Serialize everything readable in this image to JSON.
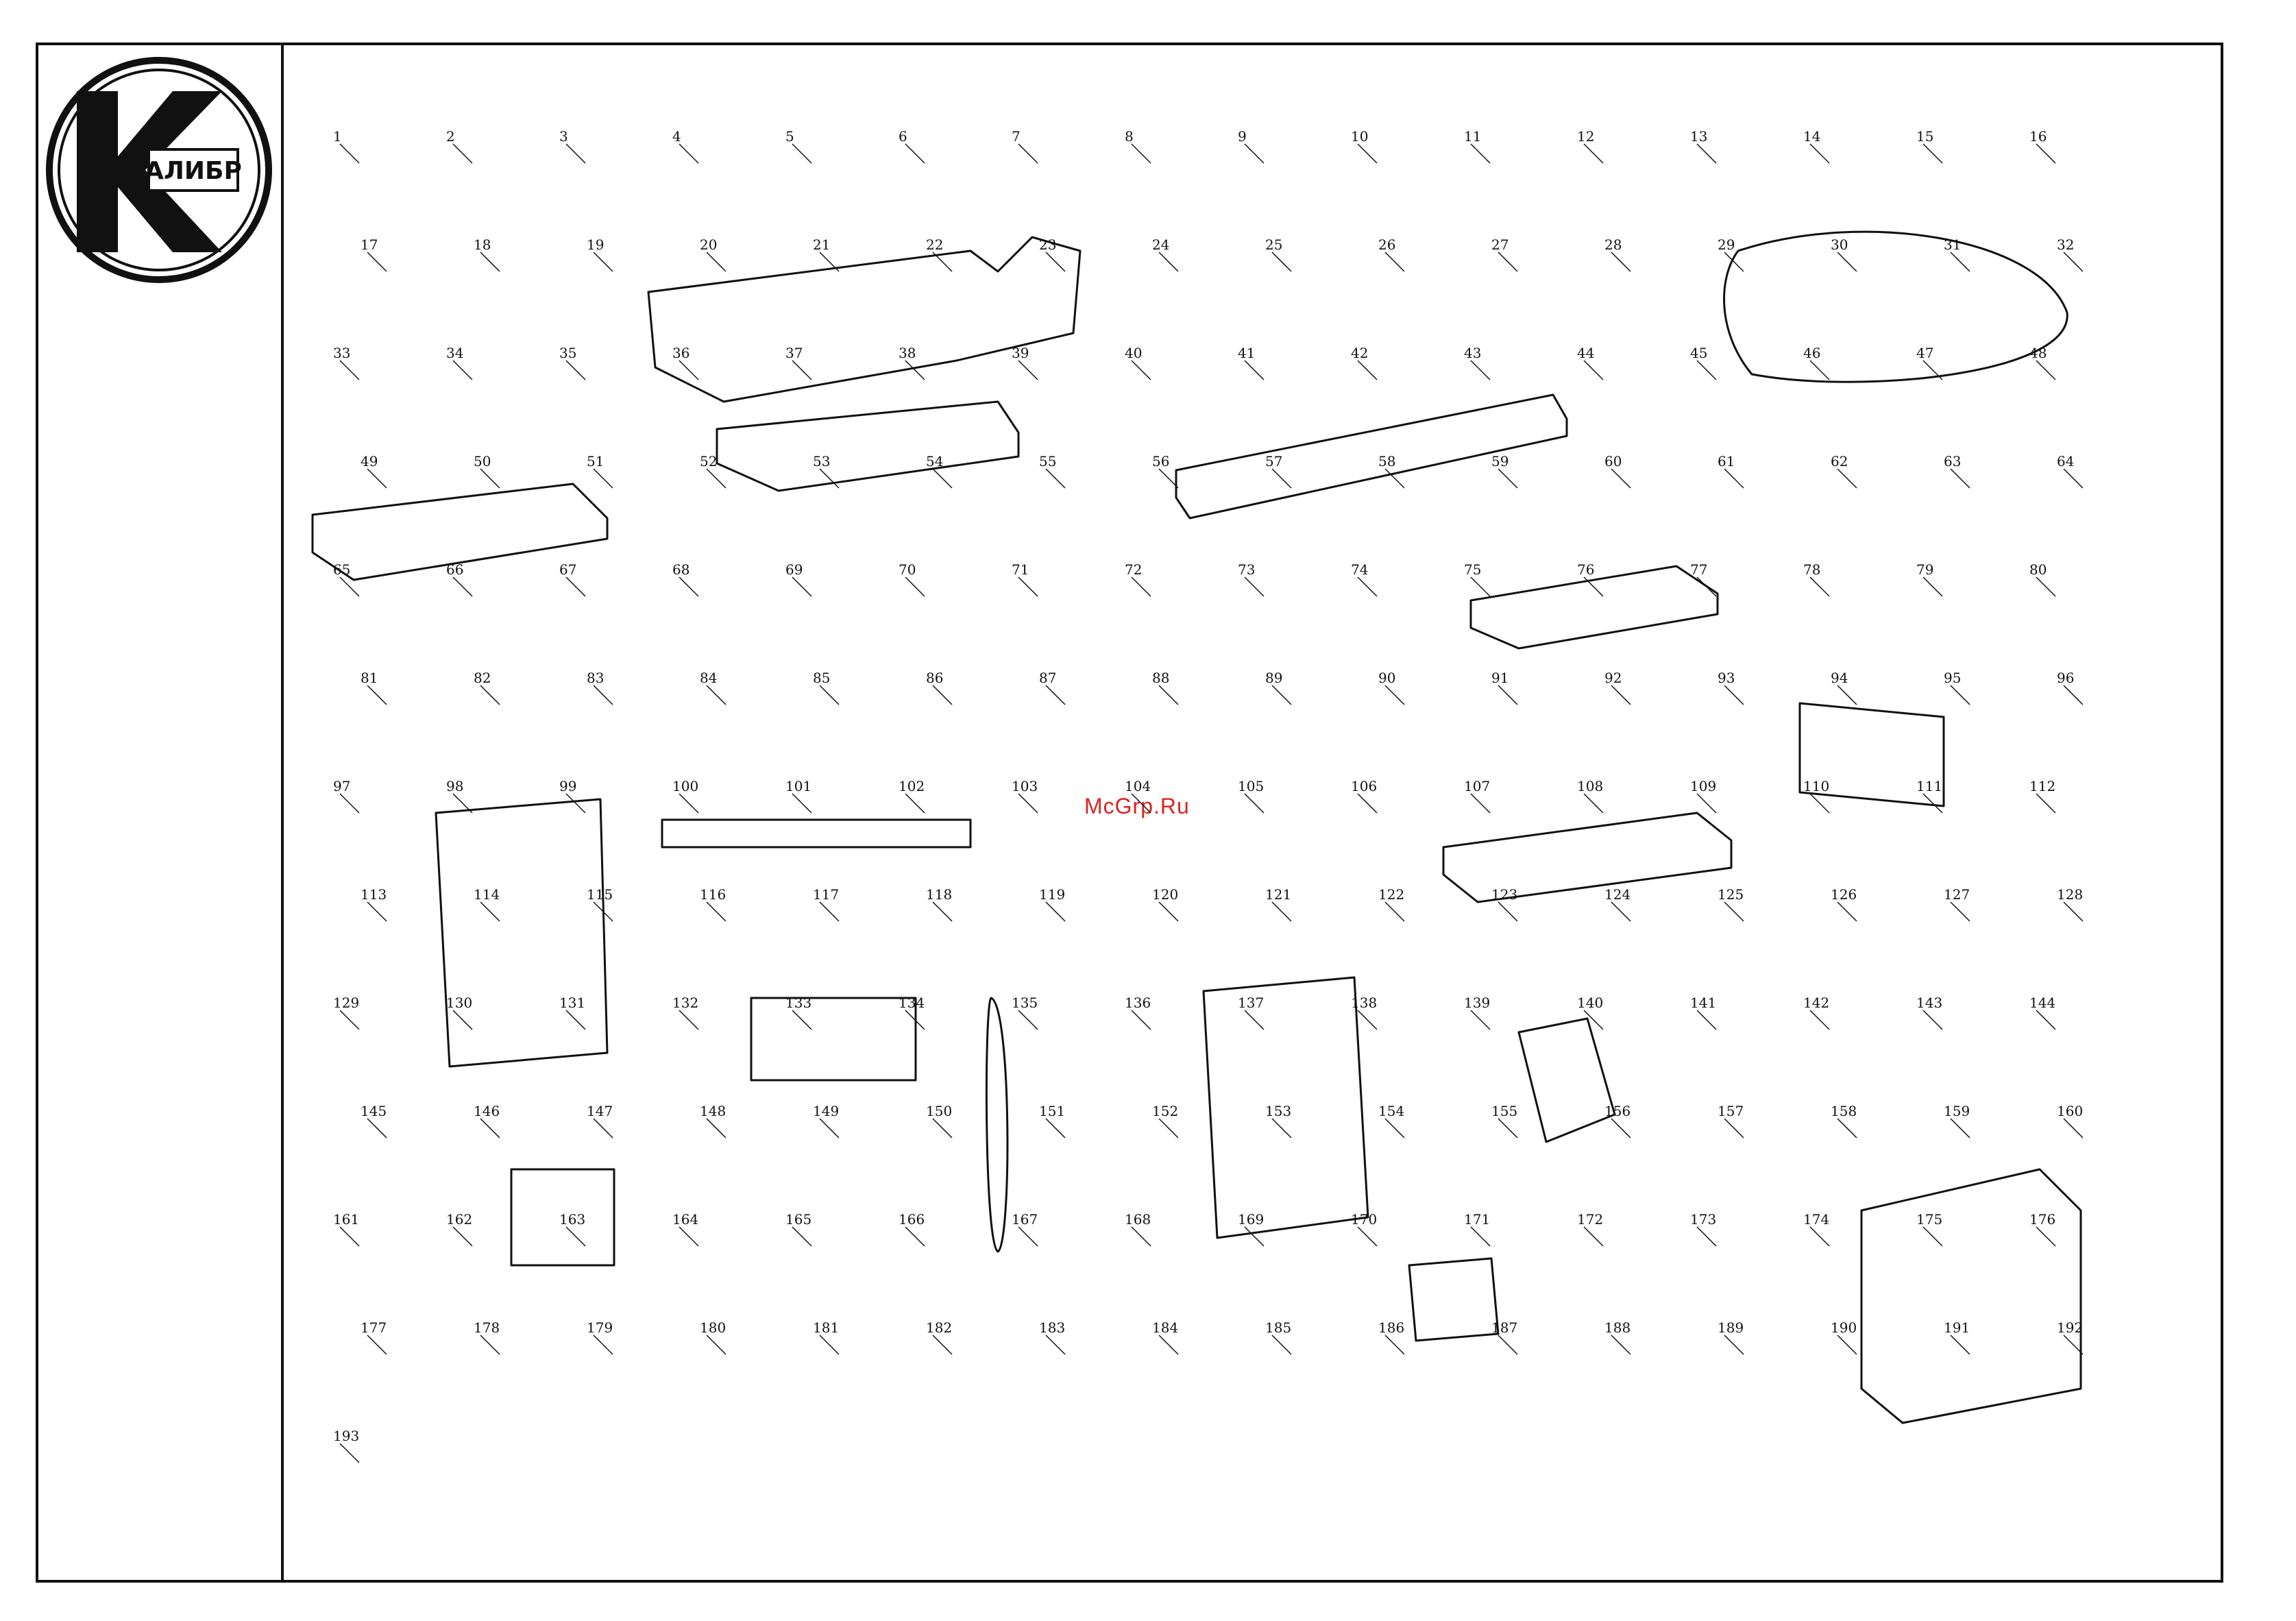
{
  "brand": {
    "logo_text": "АЛИБР",
    "logo_letter": "К"
  },
  "watermark": "McGrp.Ru",
  "colors": {
    "ink": "#111111",
    "watermark": "#dd2222",
    "background": "#ffffff"
  },
  "callouts": [
    "1",
    "2",
    "3",
    "4",
    "5",
    "6",
    "7",
    "8",
    "9",
    "10",
    "11",
    "12",
    "13",
    "14",
    "15",
    "16",
    "17",
    "18",
    "19",
    "20",
    "21",
    "22",
    "23",
    "24",
    "25",
    "26",
    "27",
    "28",
    "29",
    "30",
    "31",
    "32",
    "33",
    "34",
    "35",
    "36",
    "37",
    "38",
    "39",
    "40",
    "41",
    "42",
    "43",
    "44",
    "45",
    "46",
    "47",
    "48",
    "49",
    "50",
    "51",
    "52",
    "53",
    "54",
    "55",
    "56",
    "57",
    "58",
    "59",
    "60",
    "61",
    "62",
    "63",
    "64",
    "65",
    "66",
    "67",
    "68",
    "69",
    "70",
    "71",
    "72",
    "73",
    "74",
    "75",
    "76",
    "77",
    "78",
    "79",
    "80",
    "81",
    "82",
    "83",
    "84",
    "85",
    "86",
    "87",
    "88",
    "89",
    "90",
    "91",
    "92",
    "93",
    "94",
    "95",
    "96",
    "97",
    "98",
    "99",
    "100",
    "101",
    "102",
    "103",
    "104",
    "105",
    "106",
    "107",
    "108",
    "109",
    "110",
    "111",
    "112",
    "113",
    "114",
    "115",
    "116",
    "117",
    "118",
    "119",
    "120",
    "121",
    "122",
    "123",
    "124",
    "125",
    "126",
    "127",
    "128",
    "129",
    "130",
    "131",
    "132",
    "133",
    "134",
    "135",
    "136",
    "137",
    "138",
    "139",
    "140",
    "141",
    "142",
    "143",
    "144",
    "145",
    "146",
    "147",
    "148",
    "149",
    "150",
    "151",
    "152",
    "153",
    "154",
    "155",
    "156",
    "157",
    "158",
    "159",
    "160",
    "161",
    "162",
    "163",
    "164",
    "165",
    "166",
    "167",
    "168",
    "169",
    "170",
    "171",
    "172",
    "173",
    "174",
    "175",
    "176",
    "177",
    "178",
    "179",
    "180",
    "181",
    "182",
    "183",
    "184",
    "185",
    "186",
    "187",
    "188",
    "189",
    "190",
    "191",
    "192",
    "193"
  ]
}
